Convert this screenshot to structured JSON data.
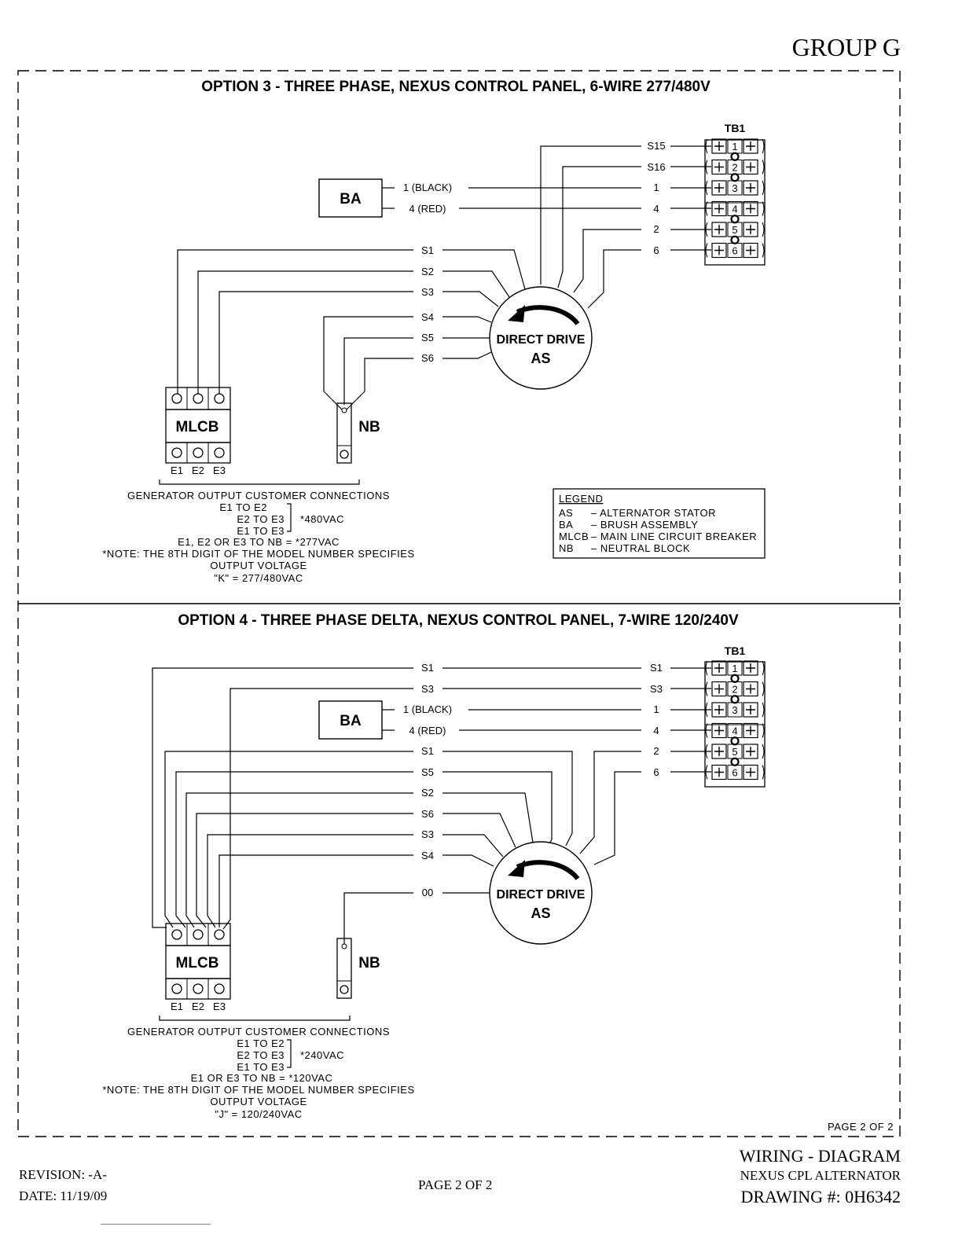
{
  "header": {
    "group": "GROUP G"
  },
  "option3": {
    "title": "OPTION 3 - THREE PHASE, NEXUS CONTROL PANEL, 6-WIRE 277/480V",
    "tb_label": "TB1",
    "tb_numbers": [
      "1",
      "2",
      "3",
      "4",
      "5",
      "6"
    ],
    "tb_wires": [
      "S15",
      "S16",
      "1",
      "4",
      "2",
      "6"
    ],
    "ba_label": "BA",
    "ba_wires": [
      "1 (BLACK)",
      "4 (RED)"
    ],
    "stator_wires": [
      "S1",
      "S2",
      "S3",
      "S4",
      "S5",
      "S6"
    ],
    "stator_line1": "DIRECT DRIVE",
    "stator_line2": "AS",
    "mlcb_label": "MLCB",
    "mlcb_terminals": [
      "E1",
      "E2",
      "E3"
    ],
    "nb_label": "NB",
    "connections": {
      "heading": "GENERATOR OUTPUT CUSTOMER CONNECTIONS",
      "lines": [
        "E1 TO E2",
        "E2 TO E3",
        "E1 TO E3"
      ],
      "voltage": "*480VAC",
      "nb_line": "E1, E2 OR E3 TO NB = *277VAC",
      "note1": "*NOTE: THE 8TH DIGIT OF THE MODEL NUMBER SPECIFIES",
      "note2": "OUTPUT VOLTAGE",
      "note3": "\"K\" = 277/480VAC"
    },
    "legend": {
      "title": "LEGEND",
      "items": [
        {
          "abbr": "AS",
          "desc": "–  ALTERNATOR STATOR"
        },
        {
          "abbr": "BA",
          "desc": "–  BRUSH ASSEMBLY"
        },
        {
          "abbr": "MLCB",
          "desc": "–  MAIN LINE CIRCUIT BREAKER"
        },
        {
          "abbr": "NB",
          "desc": "–  NEUTRAL BLOCK"
        }
      ]
    }
  },
  "option4": {
    "title": "OPTION 4 - THREE PHASE DELTA, NEXUS CONTROL PANEL, 7-WIRE 120/240V",
    "tb_label": "TB1",
    "tb_numbers": [
      "1",
      "2",
      "3",
      "4",
      "5",
      "6"
    ],
    "tb_wires": [
      "S1",
      "S3",
      "1",
      "4",
      "2",
      "6"
    ],
    "top_wires": [
      "S1",
      "S3"
    ],
    "ba_label": "BA",
    "ba_wires": [
      "1 (BLACK)",
      "4 (RED)"
    ],
    "stator_wires": [
      "S1",
      "S5",
      "S2",
      "S6",
      "S3",
      "S4"
    ],
    "neutral_wire": "00",
    "stator_line1": "DIRECT DRIVE",
    "stator_line2": "AS",
    "mlcb_label": "MLCB",
    "mlcb_terminals": [
      "E1",
      "E2",
      "E3"
    ],
    "nb_label": "NB",
    "connections": {
      "heading": "GENERATOR OUTPUT CUSTOMER CONNECTIONS",
      "lines": [
        "E1 TO E2",
        "E2 TO E3",
        "E1 TO E3"
      ],
      "voltage": "*240VAC",
      "nb_line": "E1 OR E3 TO NB = *120VAC",
      "note1": "*NOTE: THE 8TH DIGIT OF THE MODEL NUMBER SPECIFIES",
      "note2": "OUTPUT VOLTAGE",
      "note3": "\"J\" = 120/240VAC"
    },
    "page_inner": "PAGE 2 OF 2"
  },
  "footer": {
    "revision": "REVISION: -A-",
    "date": "DATE: 11/19/09",
    "page": "PAGE 2 OF 2",
    "title": "WIRING - DIAGRAM",
    "subtitle": "NEXUS CPL ALTERNATOR",
    "drawing": "DRAWING #: 0H6342"
  }
}
